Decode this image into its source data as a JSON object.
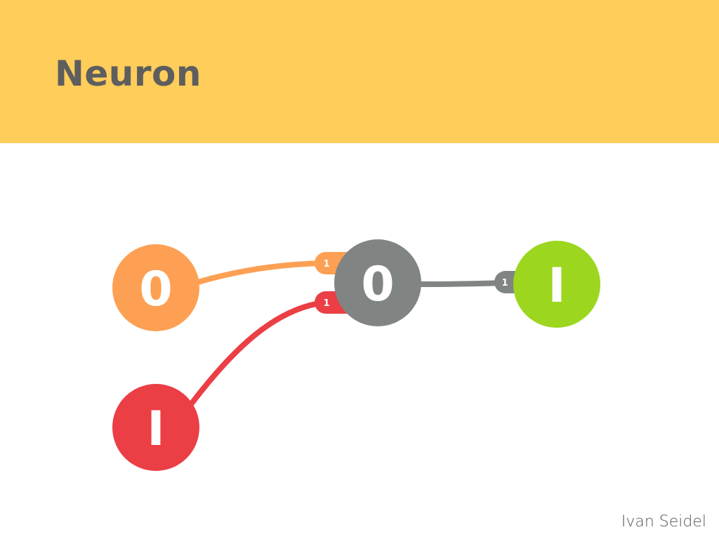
{
  "slide": {
    "title": "Neuron",
    "author": "Ivan Seidel"
  },
  "colors": {
    "header_background": "#FECD5A",
    "title_text": "#5E5E5E",
    "input_a": "#FDA054",
    "input_b": "#EB3E45",
    "hidden": "#808583",
    "output": "#9CD61F",
    "node_text": "#FFFFFF"
  },
  "diagram": {
    "nodes": {
      "input_a": {
        "value": "0",
        "color_ref": "input_a"
      },
      "input_b": {
        "value": "I",
        "color_ref": "input_b"
      },
      "hidden": {
        "value": "0",
        "color_ref": "hidden"
      },
      "output": {
        "value": "I",
        "color_ref": "output"
      }
    },
    "connections": [
      {
        "from": "input_a",
        "to": "hidden",
        "weight": "1",
        "color_ref": "input_a"
      },
      {
        "from": "input_b",
        "to": "hidden",
        "weight": "1",
        "color_ref": "input_b"
      },
      {
        "from": "hidden",
        "to": "output",
        "weight": "1",
        "color_ref": "hidden"
      }
    ]
  }
}
